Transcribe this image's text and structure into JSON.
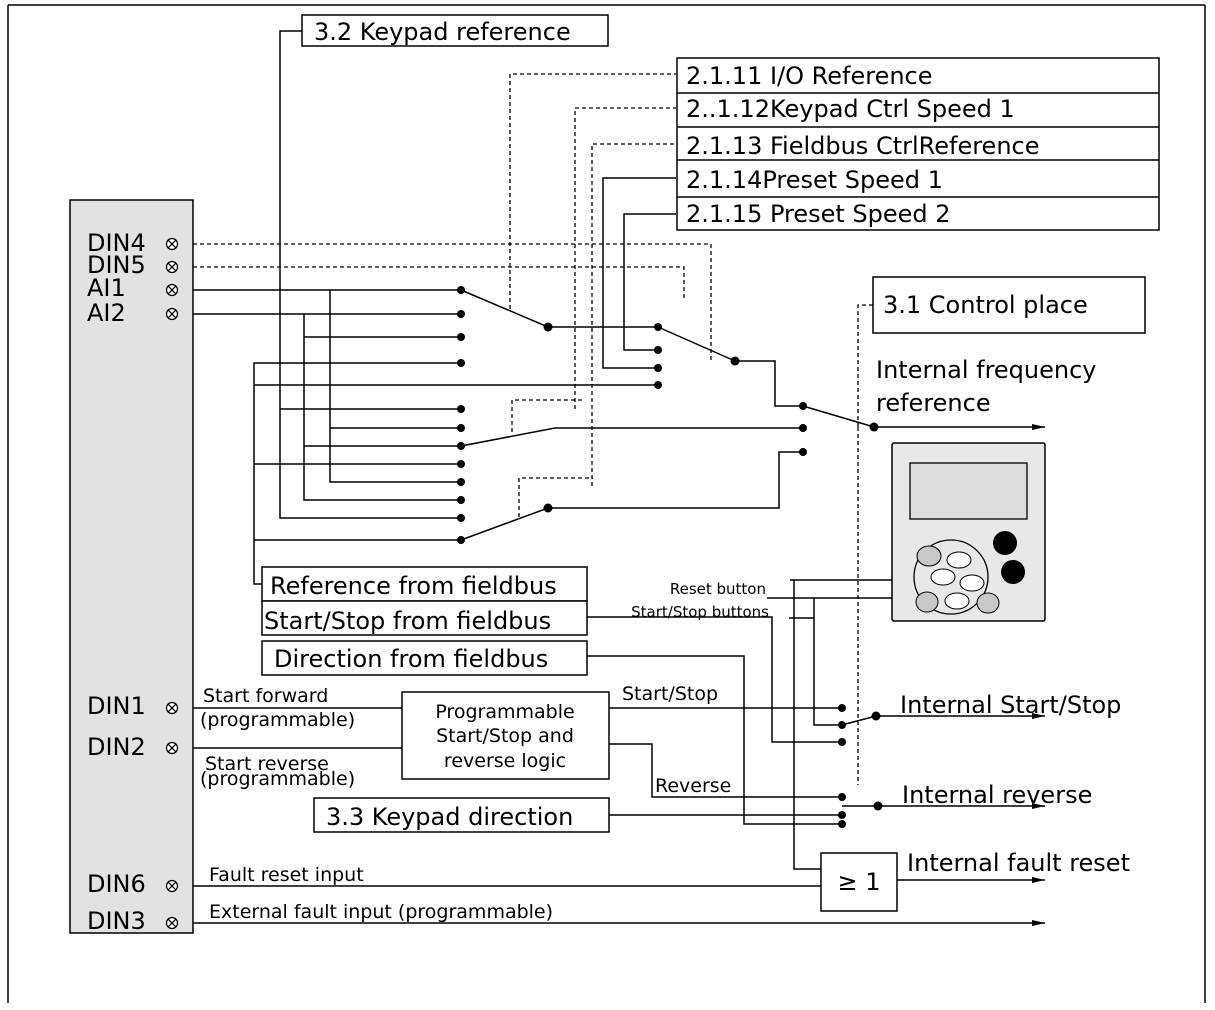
{
  "io_block": {
    "terminals": {
      "din4": "DIN4",
      "din5": "DIN5",
      "ai1": "AI1",
      "ai2": "AI2",
      "din1": "DIN1",
      "din2": "DIN2",
      "din6": "DIN6",
      "din3": "DIN3"
    }
  },
  "parameters": {
    "keypad_reference": "3.2 Keypad reference",
    "io_reference": "2.1.11 I/O Reference",
    "keypad_ctrl_speed": "2..1.12Keypad Ctrl Speed 1",
    "fieldbus_ctrl_reference": "2.1.13 Fieldbus CtrlReference",
    "preset_speed_1": "2.1.14Preset Speed 1",
    "preset_speed_2": "2.1.15 Preset Speed 2",
    "control_place": "3.1 Control place",
    "keypad_direction": "3.3 Keypad direction"
  },
  "fieldbus": {
    "reference": "Reference from fieldbus",
    "start_stop": "Start/Stop from fieldbus",
    "direction": "Direction from fieldbus"
  },
  "keypad": {
    "reset_button": "Reset button",
    "start_stop_buttons": "Start/Stop buttons"
  },
  "logic_block": {
    "line1": "Programmable",
    "line2": "Start/Stop and",
    "line3": "reverse logic",
    "or_gate": "≥ 1"
  },
  "signals": {
    "start_forward": "Start forward",
    "start_forward_note": "(programmable)",
    "start_reverse": "Start reverse",
    "start_reverse_note": "(programmable)",
    "start_stop": "Start/Stop",
    "reverse": "Reverse",
    "fault_reset_input": "Fault reset input",
    "external_fault_input": "External fault input (programmable)"
  },
  "outputs": {
    "internal_frequency_line1": "Internal frequency",
    "internal_frequency_line2": "reference",
    "internal_start_stop": "Internal Start/Stop",
    "internal_reverse": "Internal reverse",
    "internal_fault_reset": "Internal fault reset"
  }
}
